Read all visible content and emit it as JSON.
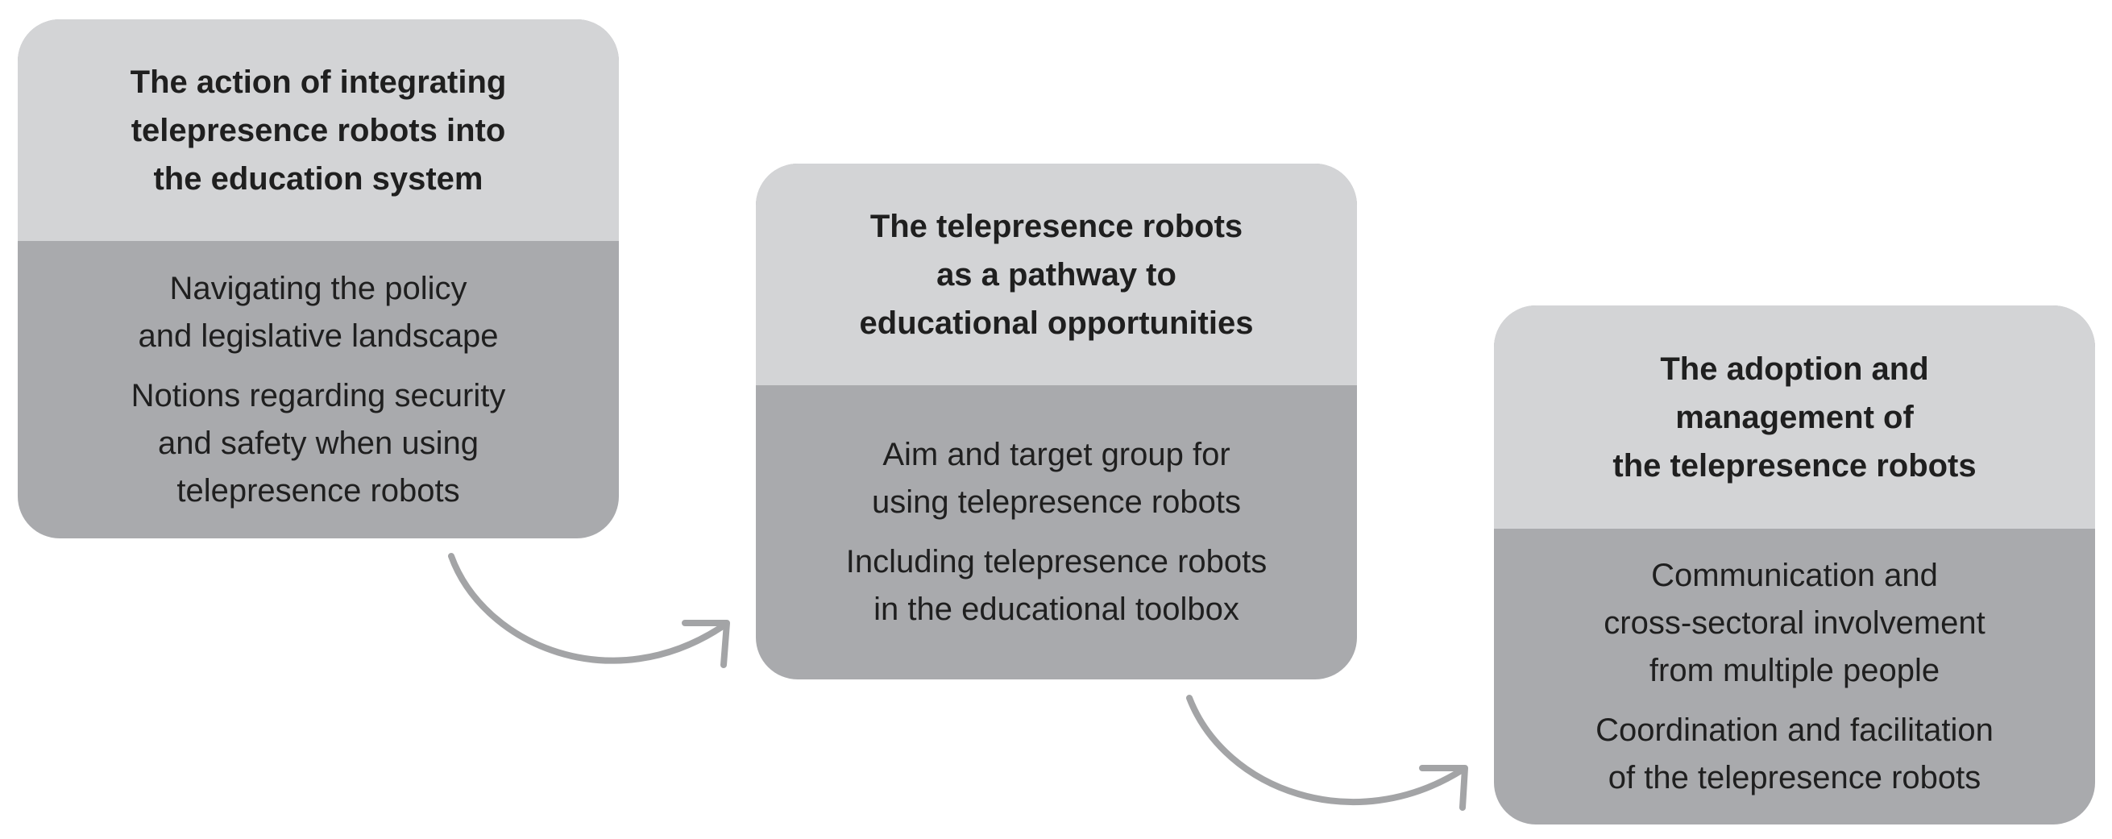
{
  "cards": [
    {
      "title": "The action of integrating\ntelepresence robots into\nthe education system",
      "items": [
        "Navigating the policy\nand legislative landscape",
        "Notions regarding security\nand safety when using\ntelepresence robots"
      ]
    },
    {
      "title": "The telepresence robots\nas a pathway to\neducational opportunities",
      "items": [
        "Aim and target group for\nusing telepresence robots",
        "Including telepresence robots\nin the educational toolbox"
      ]
    },
    {
      "title": "The adoption and\nmanagement of\nthe telepresence robots",
      "items": [
        "Communication and\ncross-sectoral involvement\nfrom multiple people",
        "Coordination and facilitation\nof the telepresence robots"
      ]
    }
  ],
  "colors": {
    "header_fill": "#d3d4d6",
    "body_fill": "#a9aaad",
    "arrow": "#a3a4a6",
    "text": "#1f1f1f"
  },
  "icons": [
    "curved-arrow-icon",
    "curved-arrow-icon"
  ]
}
